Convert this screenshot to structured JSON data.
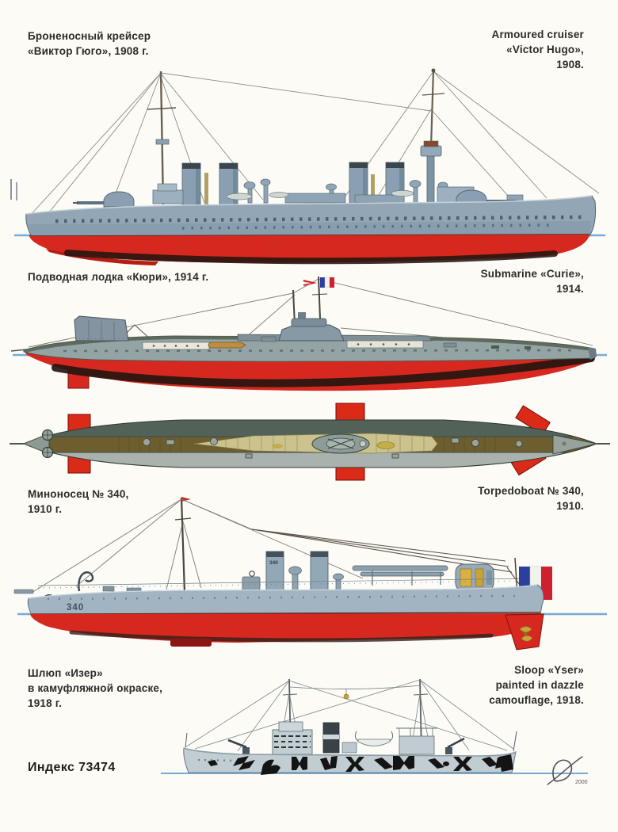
{
  "captions": {
    "cruiser": {
      "ru": [
        "Броненосный крейсер",
        "«Виктор Гюго», 1908 г."
      ],
      "en": [
        "Armoured cruiser",
        "«Victor Hugo»,",
        "1908."
      ]
    },
    "submarine": {
      "ru": [
        "Подводная лодка «Кюри», 1914 г."
      ],
      "en": [
        "Submarine «Curie»,",
        "1914."
      ]
    },
    "torpedoboat": {
      "ru": [
        "Миноносец № 340,",
        "1910 г."
      ],
      "en": [
        "Torpedoboat № 340,",
        "1910."
      ]
    },
    "sloop": {
      "ru": [
        "Шлюп «Изер»",
        "в камуфляжной окраске,",
        "1918 г."
      ],
      "en": [
        "Sloop «Yser»",
        "painted in dazzle",
        "camouflage, 1918."
      ]
    }
  },
  "markings": {
    "torpedoboat_hull_number": "340",
    "torpedoboat_funnel_number": "340"
  },
  "footer": {
    "index": "Индекс 73474",
    "artist_year": "2000"
  },
  "colors": {
    "underwater_red": "#d6281e",
    "waterline_blue": "#76abd6",
    "hull_grey": "#93a6b6",
    "deck_olive": "#6d5e30",
    "camouflage_black": "#141414",
    "flag_blue": "#2b3f9e",
    "flag_red": "#cf2030",
    "brass_yellow": "#c9a23c"
  }
}
